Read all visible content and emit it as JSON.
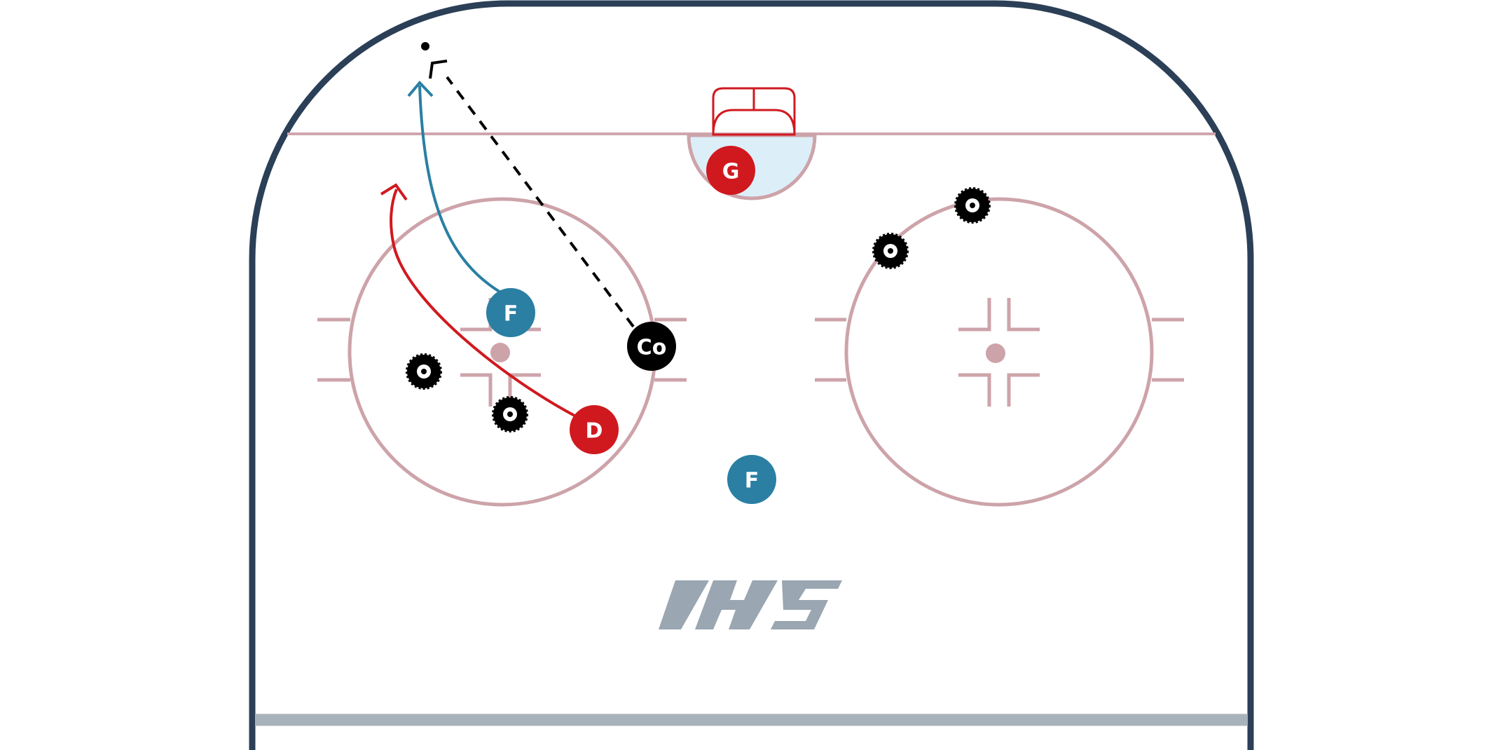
{
  "diagram": {
    "logo_text": "IHS",
    "colors": {
      "boards": "#2b3f57",
      "rink_lines": "#cda3aa",
      "goal_line": "#cfa6ad",
      "crease_fill": "#dceff8",
      "net": "#d0191f",
      "forward": "#2a7fa3",
      "defense": "#d0191f",
      "goalie": "#d0191f",
      "coach": "#000000",
      "puck": "#000000",
      "logo": "#9aa6b1",
      "bottom_bar": "#a8b2ba"
    },
    "players": {
      "forward_top": {
        "label": "F",
        "role": "forward"
      },
      "forward_bottom": {
        "label": "F",
        "role": "forward"
      },
      "defense": {
        "label": "D",
        "role": "defense"
      },
      "goalie": {
        "label": "G",
        "role": "goalie"
      },
      "coach": {
        "label": "Co",
        "role": "coach"
      }
    },
    "pucks_count": 4,
    "paths": [
      {
        "from": "coach",
        "to": "top-slot-target",
        "style": "dashed",
        "kind": "pass"
      },
      {
        "from": "forward_top",
        "to": "top-slot",
        "style": "solid",
        "kind": "skate"
      },
      {
        "from": "defense",
        "to": "left-top",
        "style": "solid",
        "kind": "skate"
      }
    ]
  }
}
